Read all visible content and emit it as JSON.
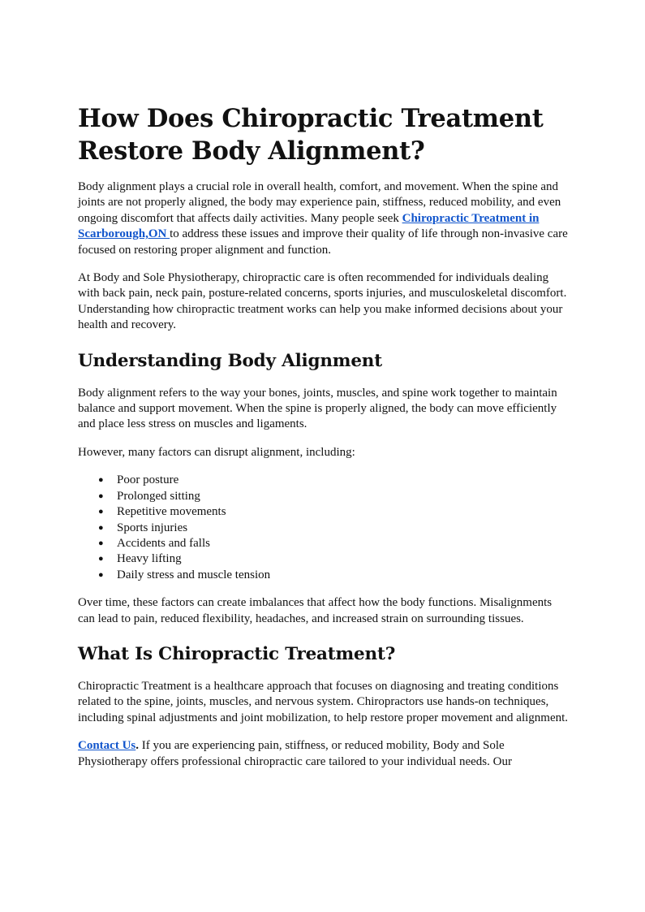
{
  "title_line1": "How Does Chiropractic Treatment",
  "title_line2": "Restore Body Alignment?",
  "intro": {
    "p1_before": "Body alignment plays a crucial role in overall health, comfort, and movement. When the spine and joints are not properly aligned, the body may experience pain, stiffness, reduced mobility, and even ongoing discomfort that affects daily activities. Many people seek ",
    "p1_link": "Chiropractic Treatment in Scarborough,ON ",
    "p1_after": "to address these issues and improve their quality of life through non-invasive care focused on restoring proper alignment and function.",
    "p2": "At Body and Sole Physiotherapy, chiropractic care is often recommended for individuals dealing with back pain, neck pain, posture-related concerns, sports injuries, and musculoskeletal discomfort. Understanding how chiropractic treatment works can help you make informed decisions about your health and recovery."
  },
  "section1": {
    "heading": "Understanding Body Alignment",
    "p1": "Body alignment refers to the way your bones, joints, muscles, and spine work together to maintain balance and support movement. When the spine is properly aligned, the body can move efficiently and place less stress on muscles and ligaments.",
    "p2": "However, many factors can disrupt alignment, including:",
    "bullet": "●",
    "items": [
      "Poor posture",
      "Prolonged sitting",
      "Repetitive movements",
      "Sports injuries",
      "Accidents and falls",
      "Heavy lifting",
      "Daily stress and muscle tension"
    ],
    "p3": "Over time, these factors can create imbalances that affect how the body functions. Misalignments can lead to pain, reduced flexibility, headaches, and increased strain on surrounding tissues."
  },
  "section2": {
    "heading": "What Is Chiropractic Treatment?",
    "p1": "Chiropractic Treatment is a healthcare approach that focuses on diagnosing and treating conditions related to the spine, joints, muscles, and nervous system. Chiropractors use hands-on techniques, including spinal adjustments and joint mobilization, to help restore proper movement and alignment.",
    "p2_link": "Contact Us",
    "p2_dot": ".",
    "p2_after": " If you are experiencing pain, stiffness, or reduced mobility, Body and Sole Physiotherapy offers professional chiropractic care tailored to your individual needs. Our"
  },
  "colors": {
    "link": "#1155cc",
    "text": "#111111"
  }
}
